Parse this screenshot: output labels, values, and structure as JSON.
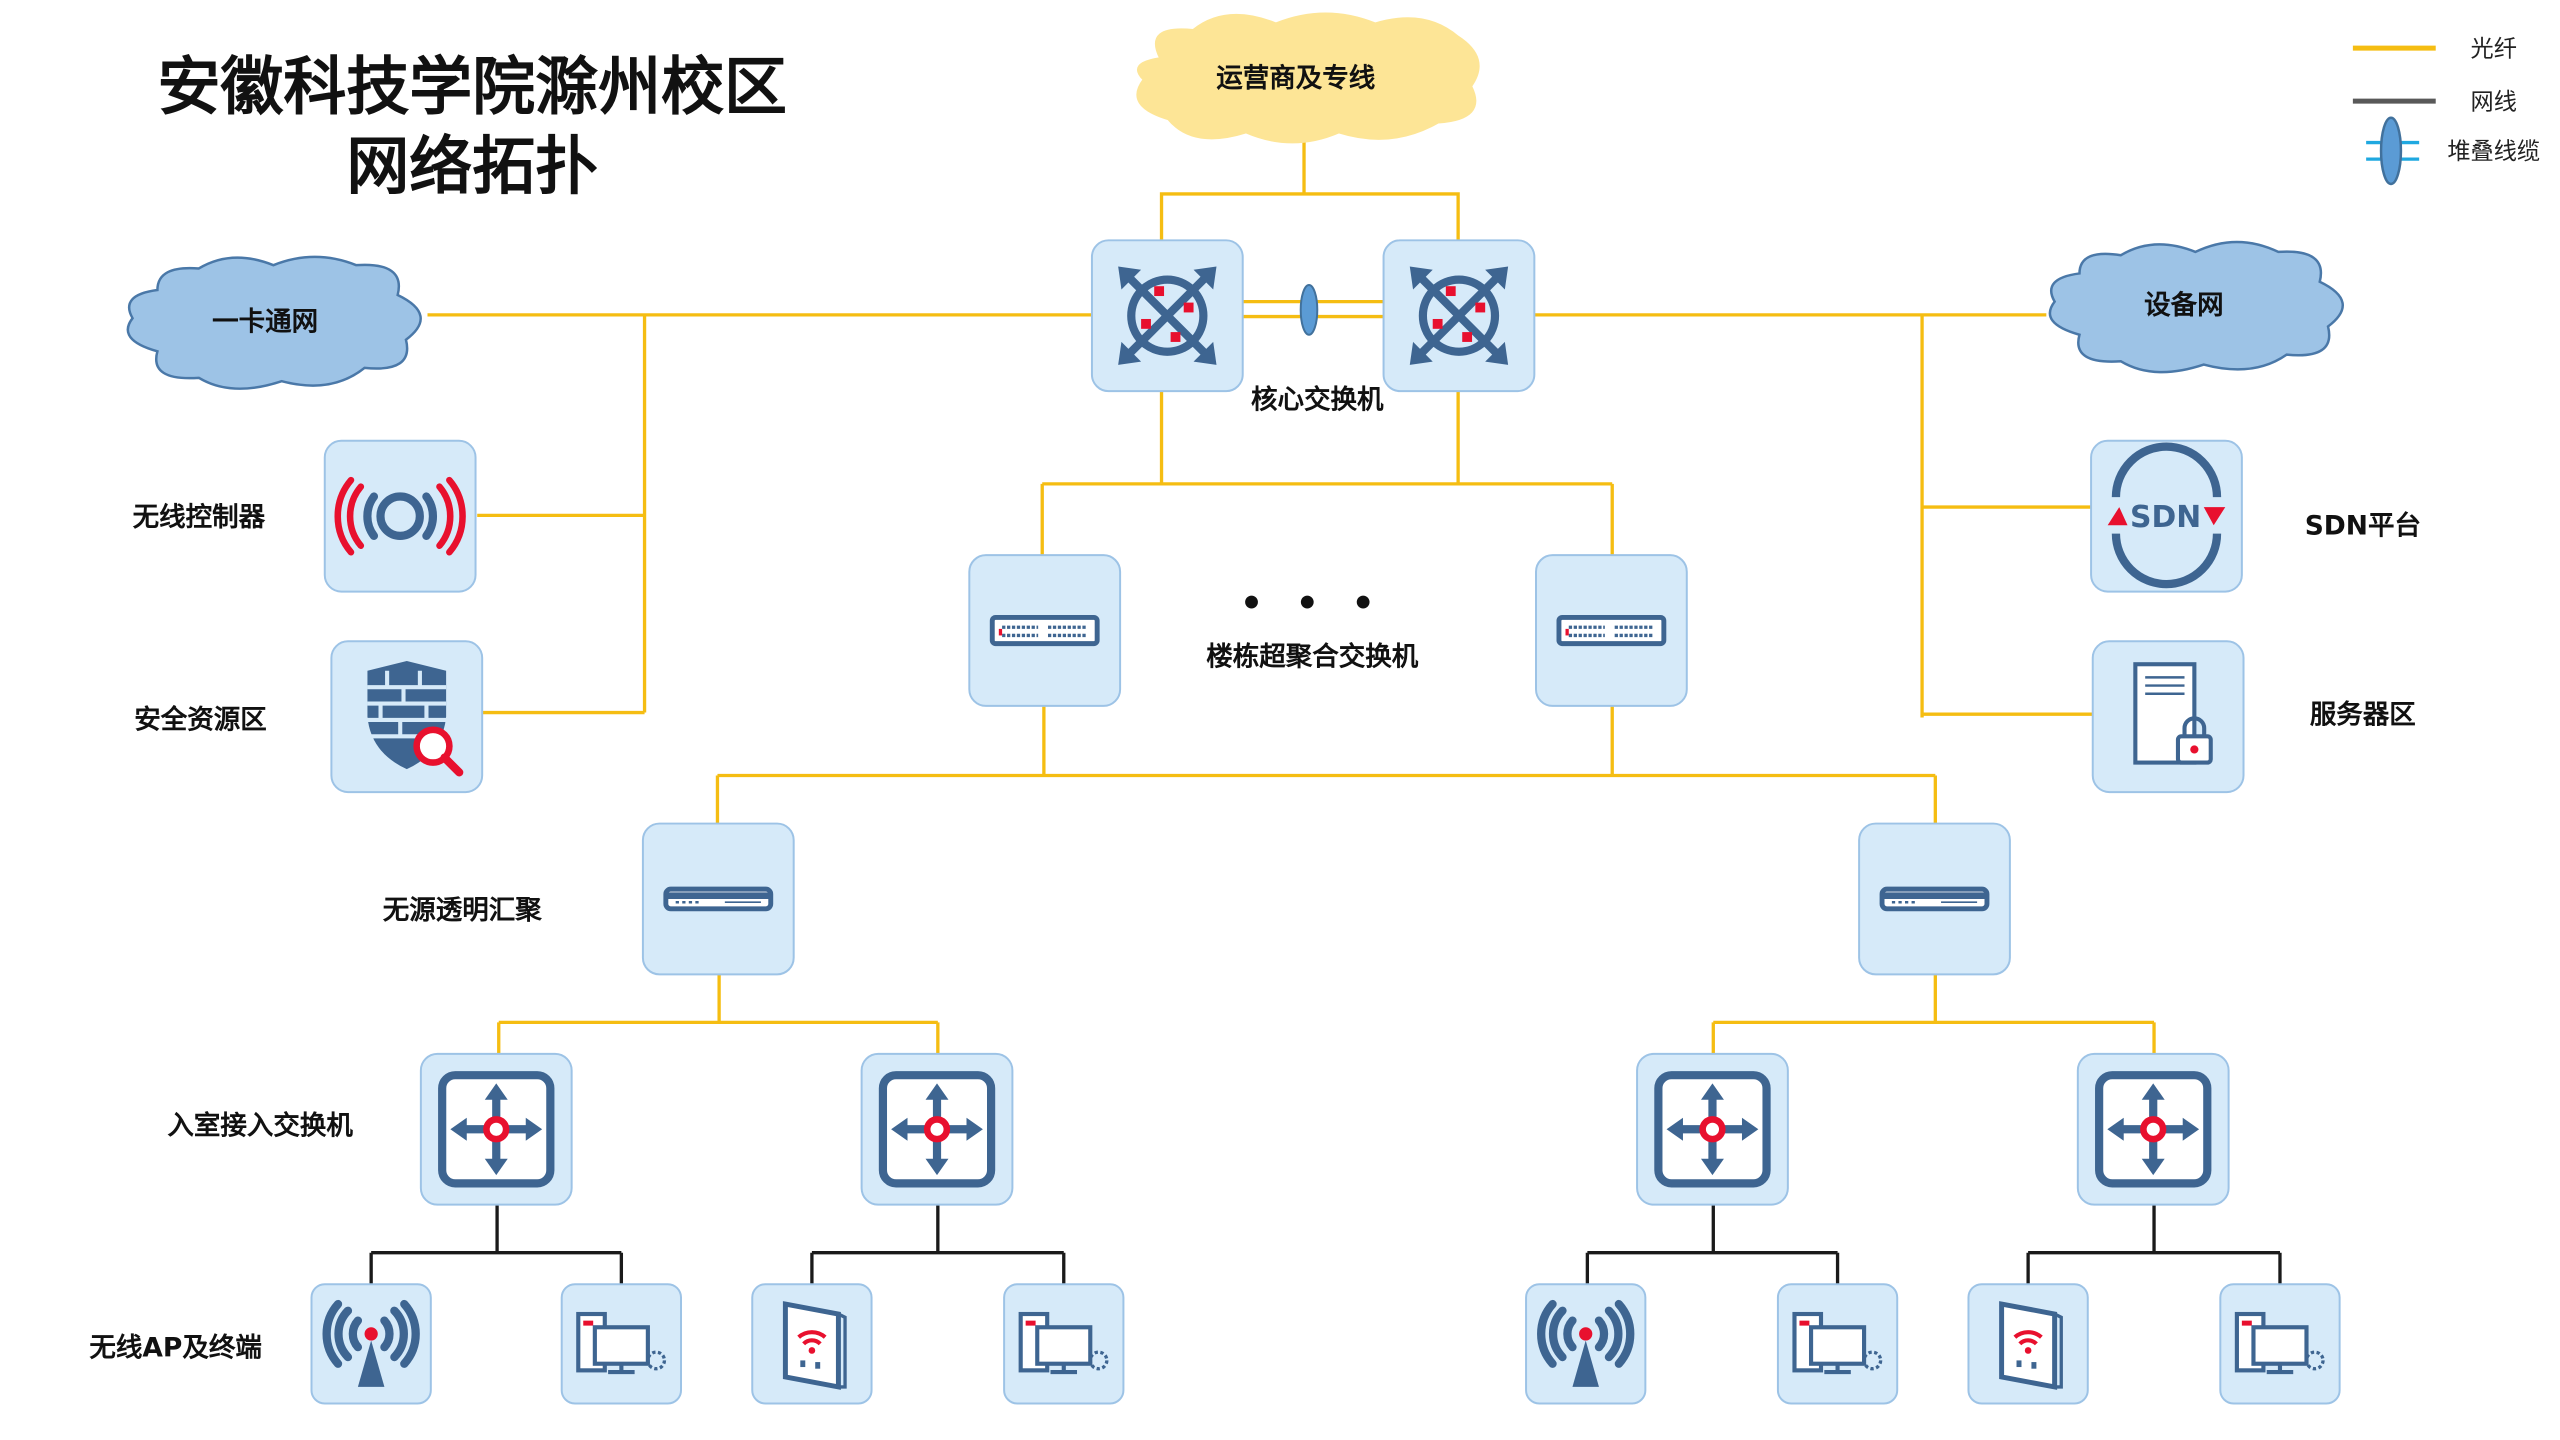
{
  "title": {
    "line1": "安徽科技学院滁州校区",
    "line2": "网络拓扑"
  },
  "legend": {
    "items": [
      {
        "label": "光纤",
        "color": "#f5bd12"
      },
      {
        "label": "网线",
        "color": "#595959"
      },
      {
        "label": "堆叠线缆",
        "color": "#5b9bd5"
      }
    ]
  },
  "clouds": {
    "isp": "运营商及专线",
    "card": "一卡通网",
    "device": "设备网"
  },
  "labels": {
    "core": "核心交换机",
    "aggregation": "楼栋超聚合交换机",
    "ellipsis": "• • •",
    "wlc": "无线控制器",
    "security": "安全资源区",
    "sdn": "SDN平台",
    "server": "服务器区",
    "passive": "无源透明汇聚",
    "access": "入室接入交换机",
    "terminals": "无线AP及终端"
  },
  "icon_text": {
    "sdn": "SDN"
  },
  "colors": {
    "fiber": "#f5bd12",
    "cable": "#1a1a1a",
    "node_fill": "#d6eaf9",
    "icon": "#3e6591",
    "accent": "#e8102e",
    "cloud_isp": "#fde596",
    "cloud_net": "#9dc3e6"
  }
}
